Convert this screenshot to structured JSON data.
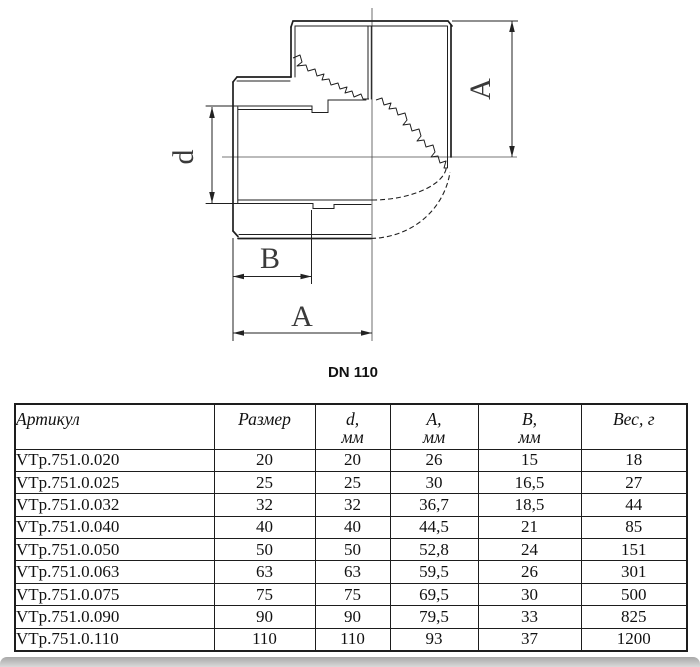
{
  "drawing": {
    "caption": "DN 110",
    "dim_d": "d",
    "dim_b": "B",
    "dim_a_bottom": "A",
    "dim_a_right": "A"
  },
  "table": {
    "headers": [
      {
        "line1": "Артикул",
        "line2": ""
      },
      {
        "line1": "Размер",
        "line2": ""
      },
      {
        "line1": "d,",
        "line2": "мм"
      },
      {
        "line1": "A,",
        "line2": "мм"
      },
      {
        "line1": "B,",
        "line2": "мм"
      },
      {
        "line1": "Вес, г",
        "line2": ""
      }
    ],
    "rows": [
      [
        "VTp.751.0.020",
        "20",
        "20",
        "26",
        "15",
        "18"
      ],
      [
        "VTp.751.0.025",
        "25",
        "25",
        "30",
        "16,5",
        "27"
      ],
      [
        "VTp.751.0.032",
        "32",
        "32",
        "36,7",
        "18,5",
        "44"
      ],
      [
        "VTp.751.0.040",
        "40",
        "40",
        "44,5",
        "21",
        "85"
      ],
      [
        "VTp.751.0.050",
        "50",
        "50",
        "52,8",
        "24",
        "151"
      ],
      [
        "VTp.751.0.063",
        "63",
        "63",
        "59,5",
        "26",
        "301"
      ],
      [
        "VTp.751.0.075",
        "75",
        "75",
        "69,5",
        "30",
        "500"
      ],
      [
        "VTp.751.0.090",
        "90",
        "90",
        "79,5",
        "33",
        "825"
      ],
      [
        "VTp.751.0.110",
        "110",
        "110",
        "93",
        "37",
        "1200"
      ]
    ]
  }
}
